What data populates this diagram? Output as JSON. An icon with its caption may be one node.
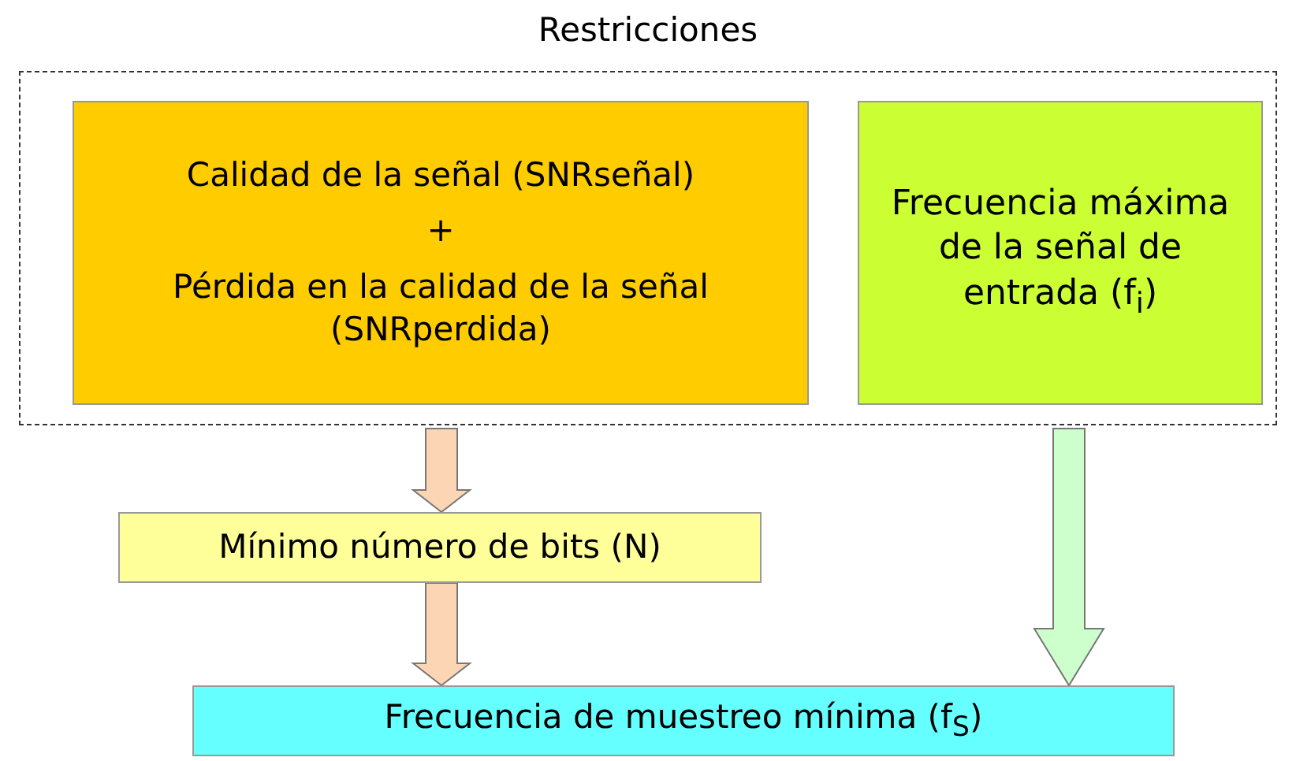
{
  "diagram": {
    "nodes": [
      {
        "text": [
          "Restricciones"
        ]
      },
      {
        "text": [
          "Calidad de la señal (SNRseñal)",
          "+",
          "Pérdida en la calidad de la señal (SNRperdida)"
        ],
        "in": 0
      },
      {
        "text": [
          "Frecuencia máxima de la señal de entrada (f$_{i}$)"
        ],
        "in": 0
      },
      {
        "text": [
          "Mínimo número de bits (N)"
        ]
      },
      {
        "text": [
          "Frecuencia de muestreo mínima (f$_{S}$)"
        ]
      }
    ],
    "edges": [
      {
        "from": 1,
        "to": 3,
        "arrow": "to"
      },
      {
        "from": 3,
        "to": 4,
        "arrow": "to"
      },
      {
        "from": 2,
        "to": 4,
        "arrow": "to",
        "style": "thick",
        "color": "#ccffcc"
      }
    ]
  }
}
